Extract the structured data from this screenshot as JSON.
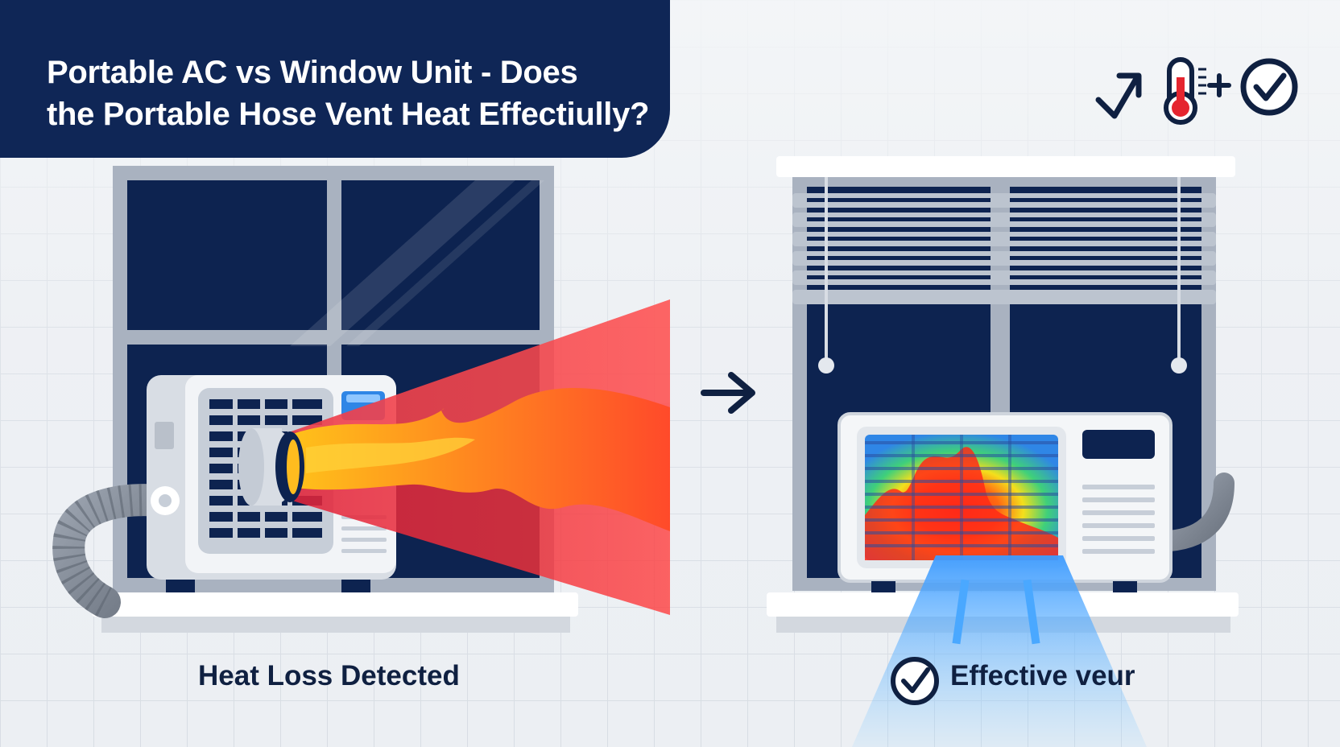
{
  "header": {
    "title_line1": "Portable AC vs Window Unit - Does",
    "title_line2": "the Portable Hose Vent Heat Effectiully?"
  },
  "icons": {
    "top_right": [
      "trend-arrow-icon",
      "thermometer-icon",
      "plus-icon",
      "check-circle-icon"
    ],
    "middle": "arrow-right-icon",
    "right_caption": "check-circle-icon"
  },
  "panels": {
    "left": {
      "caption": "Heat Loss Detected"
    },
    "right": {
      "caption": "Effective veur"
    }
  },
  "colors": {
    "navy": "#0f2656",
    "window_glass": "#0d2350",
    "heat_red": "#ee3344",
    "flame_orange": "#ff7a1f",
    "cool_blue": "#4aa8ff"
  }
}
